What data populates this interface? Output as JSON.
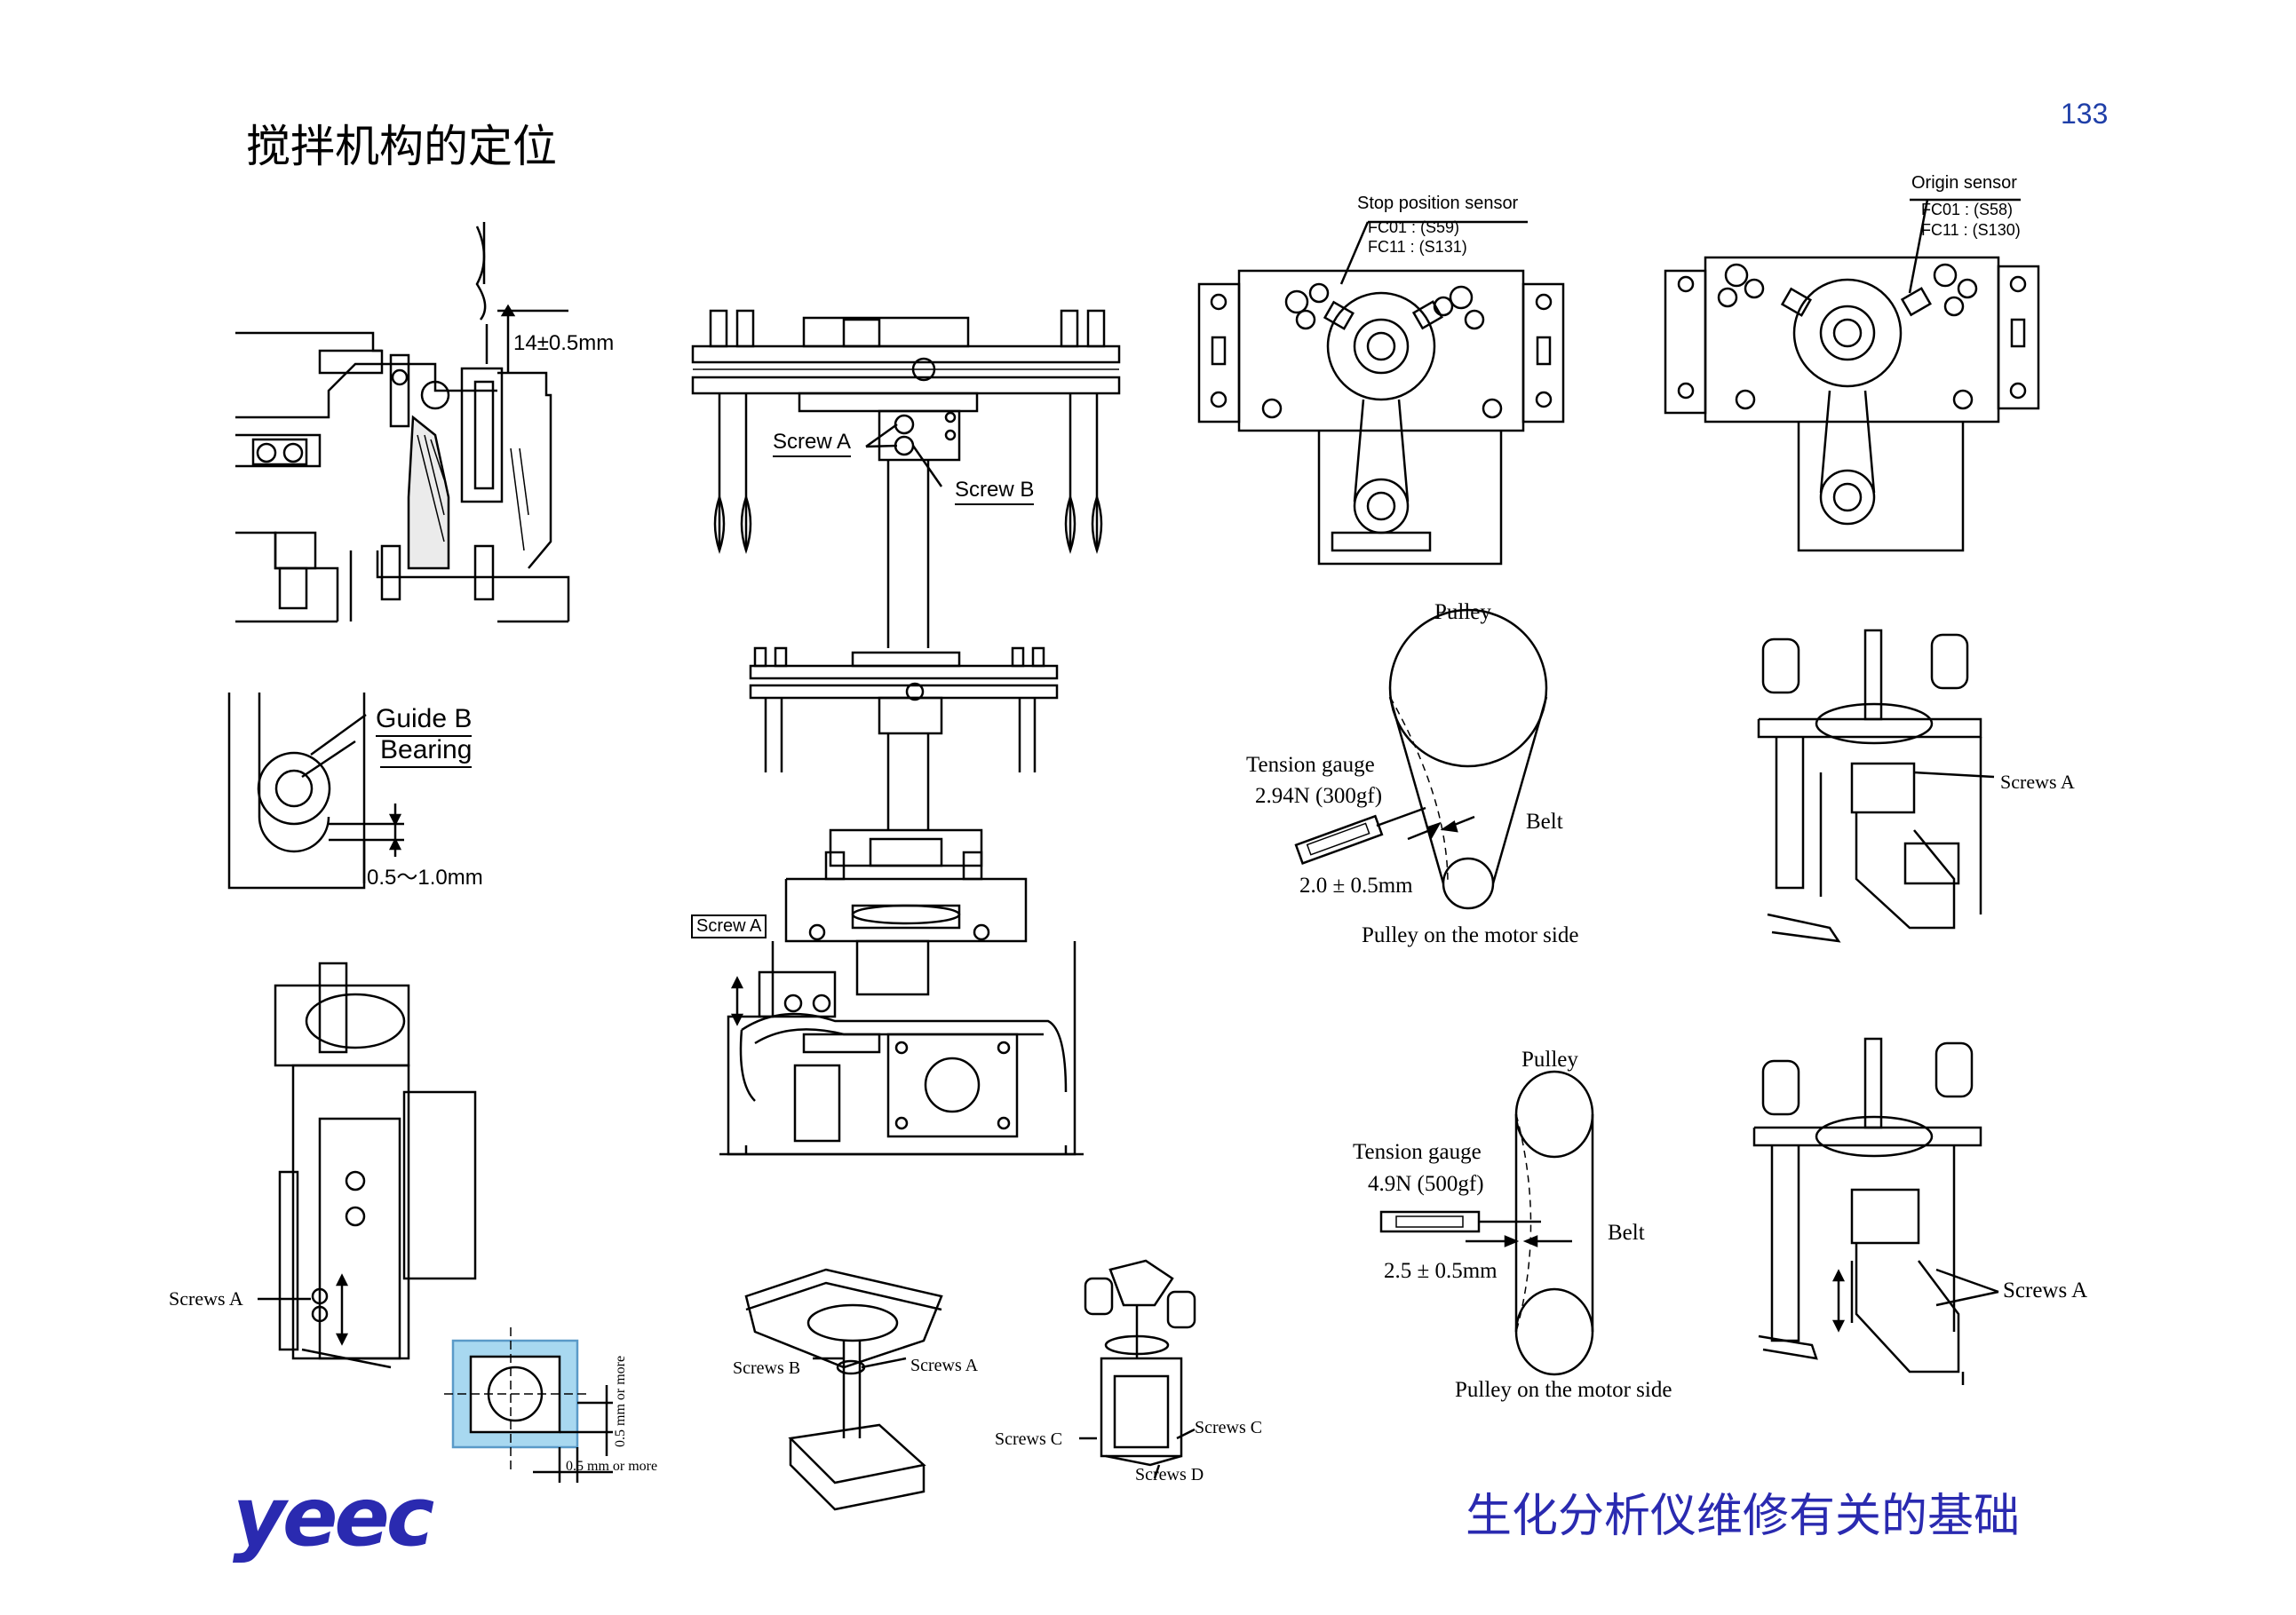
{
  "page": {
    "title": "搅拌机构的定位",
    "page_number": "133",
    "footer": "生化分析仪维修有关的基础",
    "logo": "yeec"
  },
  "labels": {
    "height_dim": "14±0.5mm",
    "guide_b": "Guide B",
    "bearing": "Bearing",
    "gap_dim": "0.5～1.0mm",
    "screw_a_1": "Screw A",
    "screw_b_1": "Screw B",
    "screw_a_2": "Screw A",
    "stop_sensor": "Stop position sensor",
    "stop_sensor_fc01": "FC01 : (S59)",
    "stop_sensor_fc11": "FC11 : (S131)",
    "origin_sensor": "Origin sensor",
    "origin_sensor_fc01": "FC01 : (S58)",
    "origin_sensor_fc11": "FC11 : (S130)",
    "pulley_top": "Pulley",
    "tension_gauge_1": "Tension gauge",
    "tension_value_1": "2.94N (300gf)",
    "belt_1": "Belt",
    "deflection_1": "2.0 ± 0.5mm",
    "motor_pulley_1": "Pulley on the motor side",
    "screws_a_right1": "Screws A",
    "pulley_bottom": "Pulley",
    "tension_gauge_2": "Tension gauge",
    "tension_value_2": "4.9N (500gf)",
    "belt_2": "Belt",
    "deflection_2": "2.5 ± 0.5mm",
    "motor_pulley_2": "Pulley on the motor side",
    "screws_a_right2": "Screws A",
    "screws_a_left": "Screws A",
    "half_mm_vertical": "0.5 mm or more",
    "half_mm_horizontal": "0.5 mm or more",
    "screws_b_bottom": "Screws B",
    "screws_a_bottom": "Screws A",
    "screws_c_left": "Screws C",
    "screws_c_right": "Screws C",
    "screws_d": "Screws D"
  }
}
